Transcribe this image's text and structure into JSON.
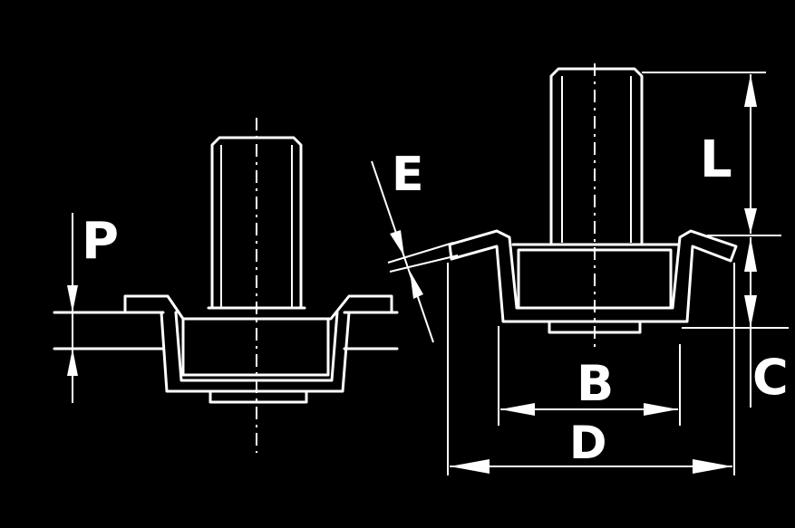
{
  "labels": {
    "p": "P",
    "e": "E",
    "l": "L",
    "b": "B",
    "c": "C",
    "d": "D"
  },
  "colors": {
    "background": "#000000",
    "lines": "#ffffff"
  }
}
